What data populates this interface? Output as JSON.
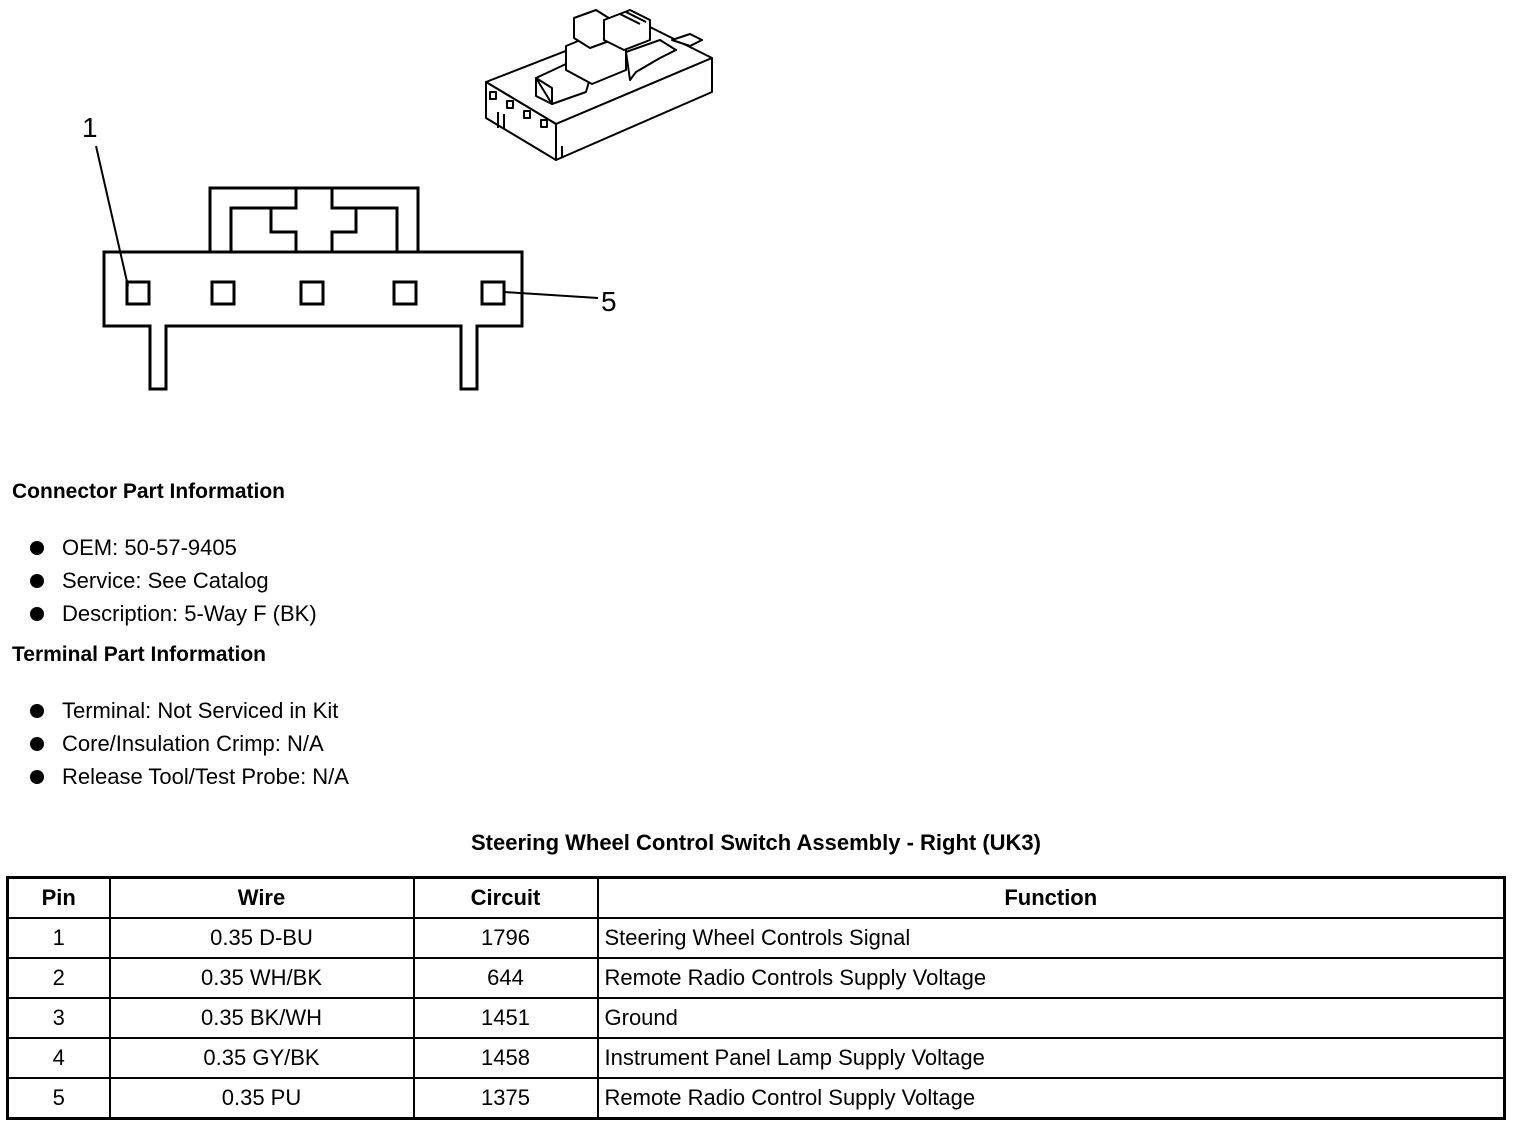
{
  "diagram": {
    "callout_first": "1",
    "callout_last": "5"
  },
  "connector_info": {
    "heading": "Connector Part Information",
    "items": [
      "OEM: 50-57-9405",
      "Service: See Catalog",
      "Description: 5-Way F (BK)"
    ]
  },
  "terminal_info": {
    "heading": "Terminal Part Information",
    "items": [
      "Terminal: Not Serviced in Kit",
      "Core/Insulation Crimp: N/A",
      "Release Tool/Test Probe: N/A"
    ]
  },
  "table": {
    "title": "Steering Wheel Control Switch Assembly - Right (UK3)",
    "headers": [
      "Pin",
      "Wire",
      "Circuit",
      "Function"
    ],
    "rows": [
      [
        "1",
        "0.35 D-BU",
        "1796",
        "Steering Wheel Controls Signal"
      ],
      [
        "2",
        "0.35 WH/BK",
        "644",
        "Remote Radio Controls Supply Voltage"
      ],
      [
        "3",
        "0.35 BK/WH",
        "1451",
        "Ground"
      ],
      [
        "4",
        "0.35 GY/BK",
        "1458",
        "Instrument Panel Lamp Supply Voltage"
      ],
      [
        "5",
        "0.35 PU",
        "1375",
        "Remote Radio Control Supply Voltage"
      ]
    ]
  }
}
